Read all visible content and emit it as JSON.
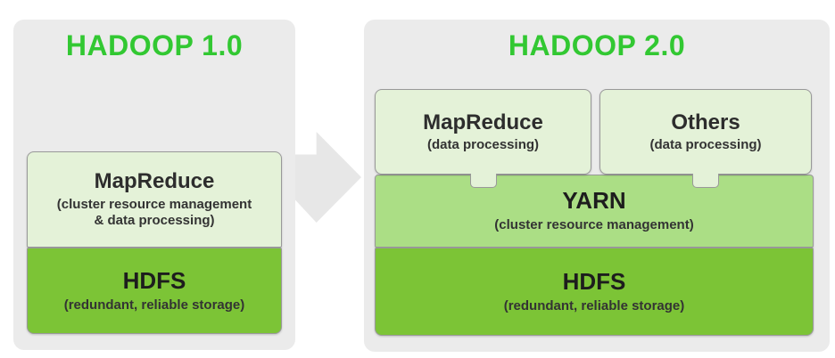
{
  "left": {
    "title": "HADOOP 1.0",
    "mapreduce": {
      "title": "MapReduce",
      "sub1": "(cluster resource management",
      "sub2": "& data processing)"
    },
    "hdfs": {
      "title": "HDFS",
      "sub": "(redundant, reliable storage)"
    }
  },
  "right": {
    "title": "HADOOP 2.0",
    "mapreduce": {
      "title": "MapReduce",
      "sub": "(data processing)"
    },
    "others": {
      "title": "Others",
      "sub": "(data processing)"
    },
    "yarn": {
      "title": "YARN",
      "sub": "(cluster resource management)"
    },
    "hdfs": {
      "title": "HDFS",
      "sub": "(redundant, reliable storage)"
    }
  },
  "colors": {
    "title_green": "#32c832",
    "bright_green": "#7cc436",
    "mid_green": "#abde85",
    "light_green": "#e4f2d8",
    "panel_gray": "#ebebeb",
    "border_gray": "#999999",
    "text_dark": "#2d2d2d"
  }
}
